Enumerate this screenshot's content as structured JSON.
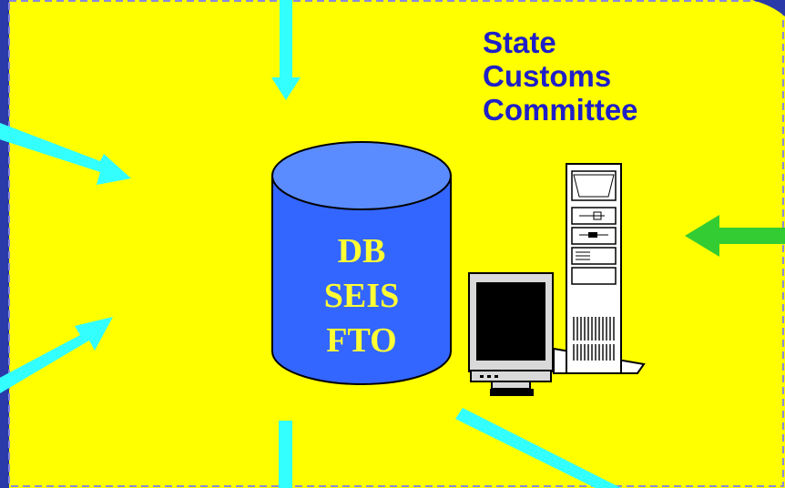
{
  "colors": {
    "slide_bg": "#ffff00",
    "frame": "#2a3aa8",
    "cylinder": "#3366ff",
    "cylinder_top": "#5b8cff",
    "cyan_arrow": "#33ffff",
    "green_arrow": "#33cc33",
    "db_text": "#ffff33",
    "label_text": "#1f1fc8"
  },
  "labels": {
    "customs_line1": "State",
    "customs_line2": "Customs",
    "customs_line3": "Committee"
  },
  "database": {
    "line1": "DB",
    "line2": "SEIS",
    "line3": "FTO",
    "icon": "database-cylinder-icon"
  },
  "workstation": {
    "monitor_icon": "monitor-icon",
    "tower_icon": "server-tower-icon"
  },
  "arrows": [
    {
      "name": "top-inbound-arrow",
      "direction": "down",
      "color": "cyan"
    },
    {
      "name": "upper-left-inbound-arrow",
      "direction": "down-right",
      "color": "cyan"
    },
    {
      "name": "lower-left-inbound-arrow",
      "direction": "up-right",
      "color": "cyan"
    },
    {
      "name": "bottom-arrow",
      "direction": "up",
      "color": "cyan"
    },
    {
      "name": "lower-right-arrow",
      "direction": "down-right",
      "color": "cyan"
    },
    {
      "name": "right-inbound-arrow",
      "direction": "left",
      "color": "green"
    }
  ]
}
